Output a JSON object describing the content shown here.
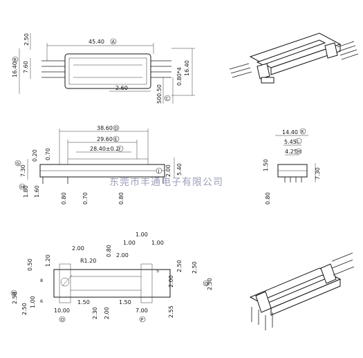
{
  "watermark": "东莞市丰通电子有限公司",
  "top_view": {
    "width_dim": "45.40",
    "width_ref": "A",
    "height_dim": "16.40",
    "height_ref": "B",
    "inner_height": "7.60",
    "pin_offset": "2.50",
    "right_height": "16.40",
    "bottom_dim": "2.60",
    "pin_label_1": "S00.50",
    "pin_label_2": "0.80*4",
    "pin_ref": "C"
  },
  "front_view": {
    "d1": "38.60",
    "d1_ref": "D",
    "d2": "29.60",
    "d2_ref": "E",
    "d3": "28.40±0.2",
    "d3_ref": "F",
    "left_a": "0.20",
    "left_b": "0.70",
    "height": "7.30",
    "height_ref": "G",
    "bottom": "1.80",
    "bottom_ref": "H",
    "bottom_b": "1.60",
    "b1": "0.80",
    "b2": "0.70",
    "b3": "0.80",
    "right_a": "2.00",
    "right_b": "5.40",
    "right_ref": "J"
  },
  "side_view": {
    "w1": "14.40",
    "w1_ref": "K",
    "w2": "5.45",
    "w2_ref": "L",
    "w3": "4.25",
    "w3_ref": "M",
    "left": "1.50",
    "height": "7.30",
    "bottom": "0.80"
  },
  "bottom_view": {
    "t1": "1.00",
    "t2": "1.00",
    "t3": "1.00",
    "t4": "2.00",
    "t5": "0.80",
    "t6": "2.00",
    "radius": "R1.20",
    "l1": "0.50",
    "l2": "1.20",
    "n_ref": "N",
    "l3": "2.50",
    "l4": "2.50",
    "l5": "1.00",
    "pin8": "8",
    "pin6": "6",
    "pin5": "5",
    "b1": "10.00",
    "b1_ref": "O",
    "b2": "1.50",
    "b3": "2.30",
    "b4": "2.00",
    "b5": "1.50",
    "b6": "7.00",
    "b6_ref": "P",
    "b7": "2.55",
    "r1": "2.50",
    "r2": "2.00",
    "r3": "2.50",
    "r_ref": "Q",
    "r4": "2.50"
  }
}
